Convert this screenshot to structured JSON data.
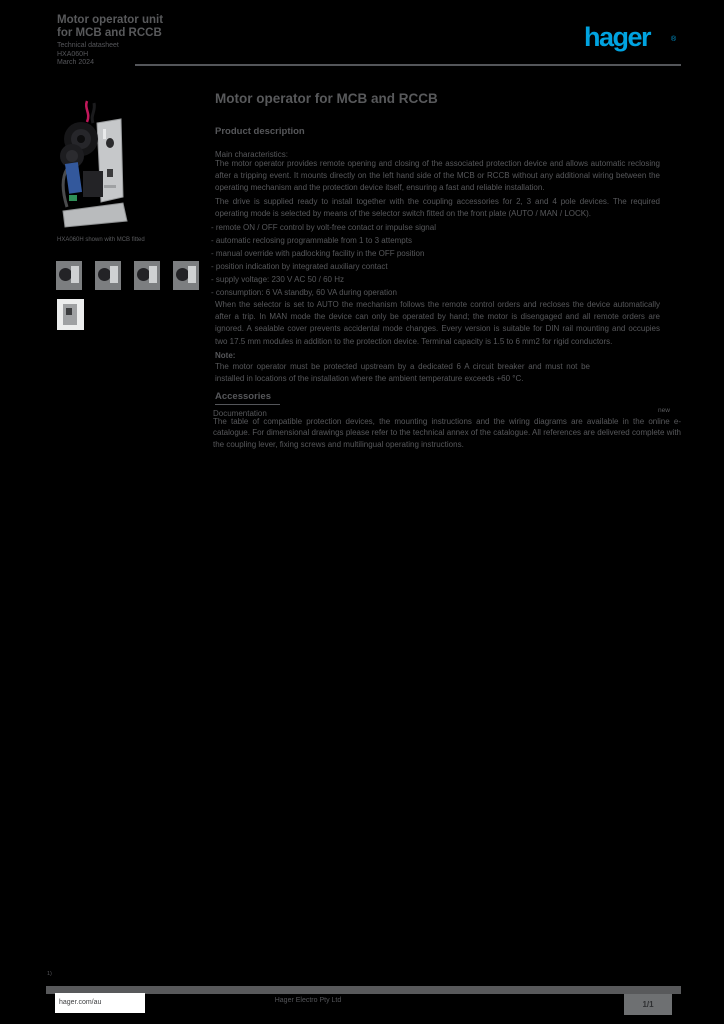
{
  "header": {
    "title_line1": "Motor operator unit",
    "title_line2": "for MCB and RCCB",
    "meta_lines": [
      "Technical datasheet",
      "HXA060H",
      "March 2024"
    ],
    "brand": "hager",
    "registered": "®",
    "brand_color": "#00a3e0",
    "text_color": "#58595b"
  },
  "media": {
    "caption": "HXA060H shown with MCB fitted"
  },
  "content": {
    "title": "Motor operator for MCB and RCCB",
    "section1_heading": "Product description",
    "intro_label": "Main characteristics:",
    "paragraph1": "The motor operator provides remote opening and closing of the associated protection device and allows automatic reclosing after a tripping event. It mounts directly on the left hand side of the MCB or RCCB without any additional wiring between the operating mechanism and the protection device itself, ensuring a fast and reliable installation.",
    "paragraph2": "The drive is supplied ready to install together with the coupling accessories for 2, 3 and 4 pole devices. The required operating mode is selected by means of the selector switch fitted on the front plate (AUTO / MAN / LOCK).",
    "bullets": [
      "- remote ON / OFF control by volt-free contact or impulse signal",
      "- automatic reclosing programmable from 1 to 3 attempts",
      "- manual override with padlocking facility in the OFF position",
      "- position indication by integrated auxiliary contact",
      "- supply voltage: 230 V AC 50 / 60 Hz",
      "- consumption: 6 VA standby, 60 VA during operation"
    ],
    "paragraph3": "When the selector is set to AUTO the mechanism follows the remote control orders and recloses the device automatically after a trip. In MAN mode the device can only be operated by hand; the motor is disengaged and all remote orders are ignored. A sealable cover prevents accidental mode changes. Every version is suitable for DIN rail mounting and occupies two 17.5 mm modules in addition to the protection device. Terminal capacity is 1.5 to 6 mm2 for rigid conductors.",
    "note_heading": "Note:",
    "note_text": "The motor operator must be protected upstream by a dedicated 6 A circuit breaker and must not be installed in locations of the installation where the ambient temperature exceeds +60 °C.",
    "section2_heading": "Accessories",
    "downloads_label": "Documentation",
    "new_flag": "new",
    "paragraph4": "The table of compatible protection devices, the mounting instructions and the wiring diagrams are available in the online e-catalogue. For dimensional drawings please refer to the technical annex of the catalogue. All references are delivered complete with the coupling lever, fixing screws and multilingual operating instructions."
  },
  "footer": {
    "footnote": "1)",
    "site": "hager.com/au",
    "center_text": "Hager Electro Pty Ltd",
    "page_indicator": "1/1"
  }
}
